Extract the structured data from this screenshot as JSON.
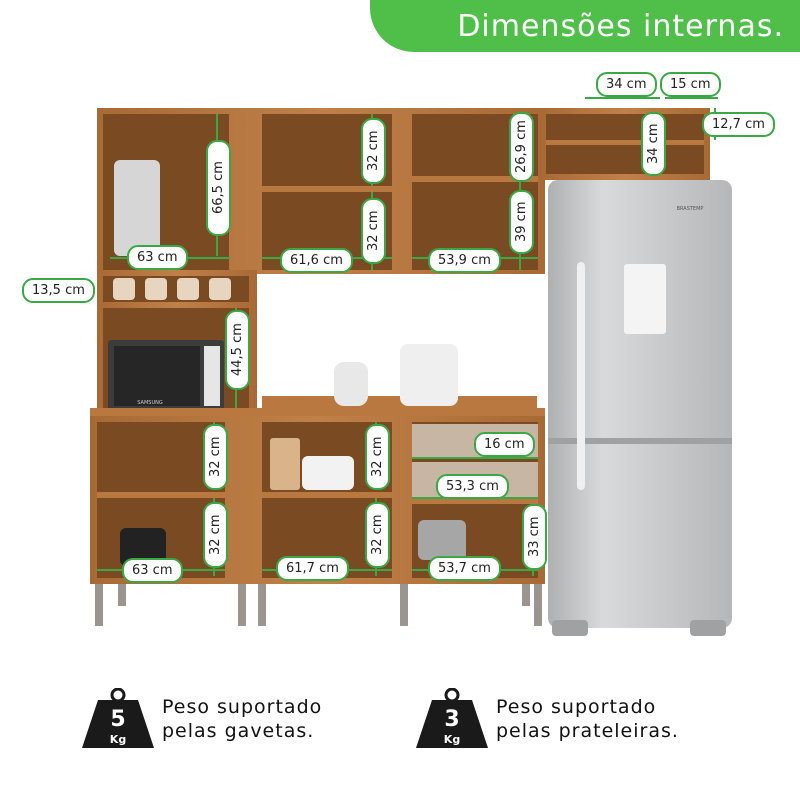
{
  "banner": {
    "title": "Dimensões internas."
  },
  "dimensions": {
    "top_left_height": "66,5 cm",
    "top_left_width": "63 cm",
    "niche_height": "13,5 cm",
    "micro_height": "44,5 cm",
    "top_mid_height": "32 cm",
    "top_mid_height2": "32 cm",
    "top_mid_width": "61,6 cm",
    "top_right_height": "26,9 cm",
    "top_right_height2": "39 cm",
    "top_right_width": "53,9 cm",
    "over_fridge_width": "34 cm",
    "over_fridge_depth": "15 cm",
    "over_fridge_height": "34 cm",
    "over_fridge_small_height": "12,7 cm",
    "bottom_left_height": "32 cm",
    "bottom_left_height2": "32 cm",
    "bottom_left_width": "63 cm",
    "bottom_mid_height": "32 cm",
    "bottom_mid_height2": "32 cm",
    "bottom_mid_width": "61,7 cm",
    "drawer_height": "16 cm",
    "drawer_width": "53,3 cm",
    "bottom_right_height": "33 cm",
    "bottom_right_width": "53,7 cm"
  },
  "weights": {
    "drawers": {
      "value": "5",
      "unit": "Kg",
      "line1": "Peso suportado",
      "line2": "pelas gavetas."
    },
    "shelves": {
      "value": "3",
      "unit": "Kg",
      "line1": "Peso suportado",
      "line2": "pelas prateleiras."
    }
  },
  "appliances": {
    "microwave_brand": "SAMSUNG",
    "fridge_brand": "BRASTEMP"
  },
  "colors": {
    "accent": "#4fbf4a",
    "wood": "#b87840",
    "wood_dark": "#8a5526",
    "fridge": "#c9cbcd"
  }
}
